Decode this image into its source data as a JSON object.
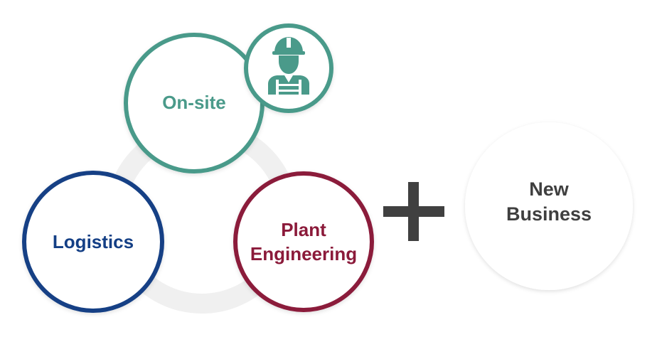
{
  "nodes": {
    "onsite": {
      "label": "On-site",
      "color": "#4a9a8a"
    },
    "logistics": {
      "label": "Logistics",
      "color": "#143f85"
    },
    "plant": {
      "line1": "Plant",
      "line2": "Engineering",
      "color": "#8b1a3a"
    },
    "new_business": {
      "line1": "New",
      "line2": "Business",
      "color": "#3f3f3f"
    }
  },
  "connector": {
    "symbol": "plus",
    "color": "#404040"
  },
  "ring": {
    "color": "#f0f0f0"
  },
  "icon": {
    "name": "worker-hardhat-icon",
    "color": "#4a9a8a"
  }
}
